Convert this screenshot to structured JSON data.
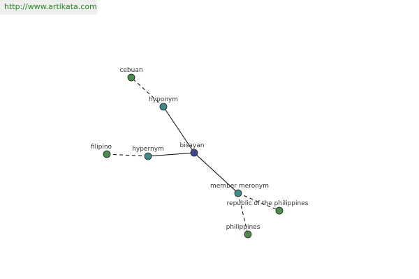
{
  "site": {
    "url": "http://www.artikata.com"
  },
  "graph": {
    "nodes": [
      {
        "id": "bisayan",
        "label": "bisayan",
        "color": "#3b4a8c"
      },
      {
        "id": "hyponym",
        "label": "hyponym",
        "color": "#3f8a8a"
      },
      {
        "id": "cebuan",
        "label": "cebuan",
        "color": "#4a8a4a"
      },
      {
        "id": "hypernym",
        "label": "hypernym",
        "color": "#3f8a8a"
      },
      {
        "id": "filipino",
        "label": "filipino",
        "color": "#4a8a4a"
      },
      {
        "id": "member-meronym",
        "label": "member meronym",
        "color": "#3f8a8a"
      },
      {
        "id": "republic",
        "label": "republic of the philippines",
        "color": "#4a8a4a"
      },
      {
        "id": "philippines",
        "label": "philippines",
        "color": "#4a8a4a"
      }
    ],
    "edges": [
      {
        "from": "bisayan",
        "to": "hyponym",
        "style": "solid"
      },
      {
        "from": "bisayan",
        "to": "hypernym",
        "style": "solid"
      },
      {
        "from": "bisayan",
        "to": "member-meronym",
        "style": "solid"
      },
      {
        "from": "hyponym",
        "to": "cebuan",
        "style": "dashed"
      },
      {
        "from": "hypernym",
        "to": "filipino",
        "style": "dashed"
      },
      {
        "from": "member-meronym",
        "to": "republic",
        "style": "dashed"
      },
      {
        "from": "member-meronym",
        "to": "philippines",
        "style": "dashed"
      }
    ]
  }
}
